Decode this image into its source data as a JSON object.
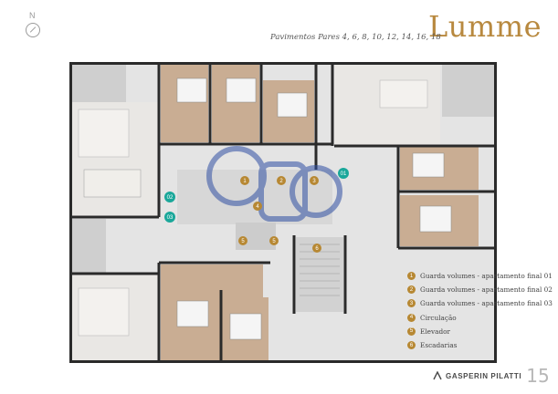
{
  "header": {
    "compass_label": "N",
    "logo": "Lumme",
    "subtitle": "Pavimentos Pares 4, 6, 8, 10, 12, 14, 16, 18"
  },
  "plan_markers": {
    "apartment_numbers": [
      "01",
      "02",
      "03"
    ],
    "room_numbers": [
      "1",
      "2",
      "3",
      "4",
      "5",
      "5",
      "6"
    ]
  },
  "legend": [
    {
      "num": "1",
      "label": "Guarda volumes - apartamento final 01"
    },
    {
      "num": "2",
      "label": "Guarda volumes - apartamento final 02"
    },
    {
      "num": "3",
      "label": "Guarda volumes - apartamento final 03"
    },
    {
      "num": "4",
      "label": "Circulação"
    },
    {
      "num": "5",
      "label": "Elevador"
    },
    {
      "num": "6",
      "label": "Escadarias"
    }
  ],
  "brand": {
    "name": "GASPERIN PILATTI",
    "years": "15"
  },
  "colors": {
    "gold": "#b78833",
    "teal": "#1aa79a",
    "wall": "#2a2a2a",
    "wood": "#c9ad93",
    "tile": "#cfcfcf",
    "room_floor": "#e8e2da",
    "watermark": "#2f4fa3"
  }
}
